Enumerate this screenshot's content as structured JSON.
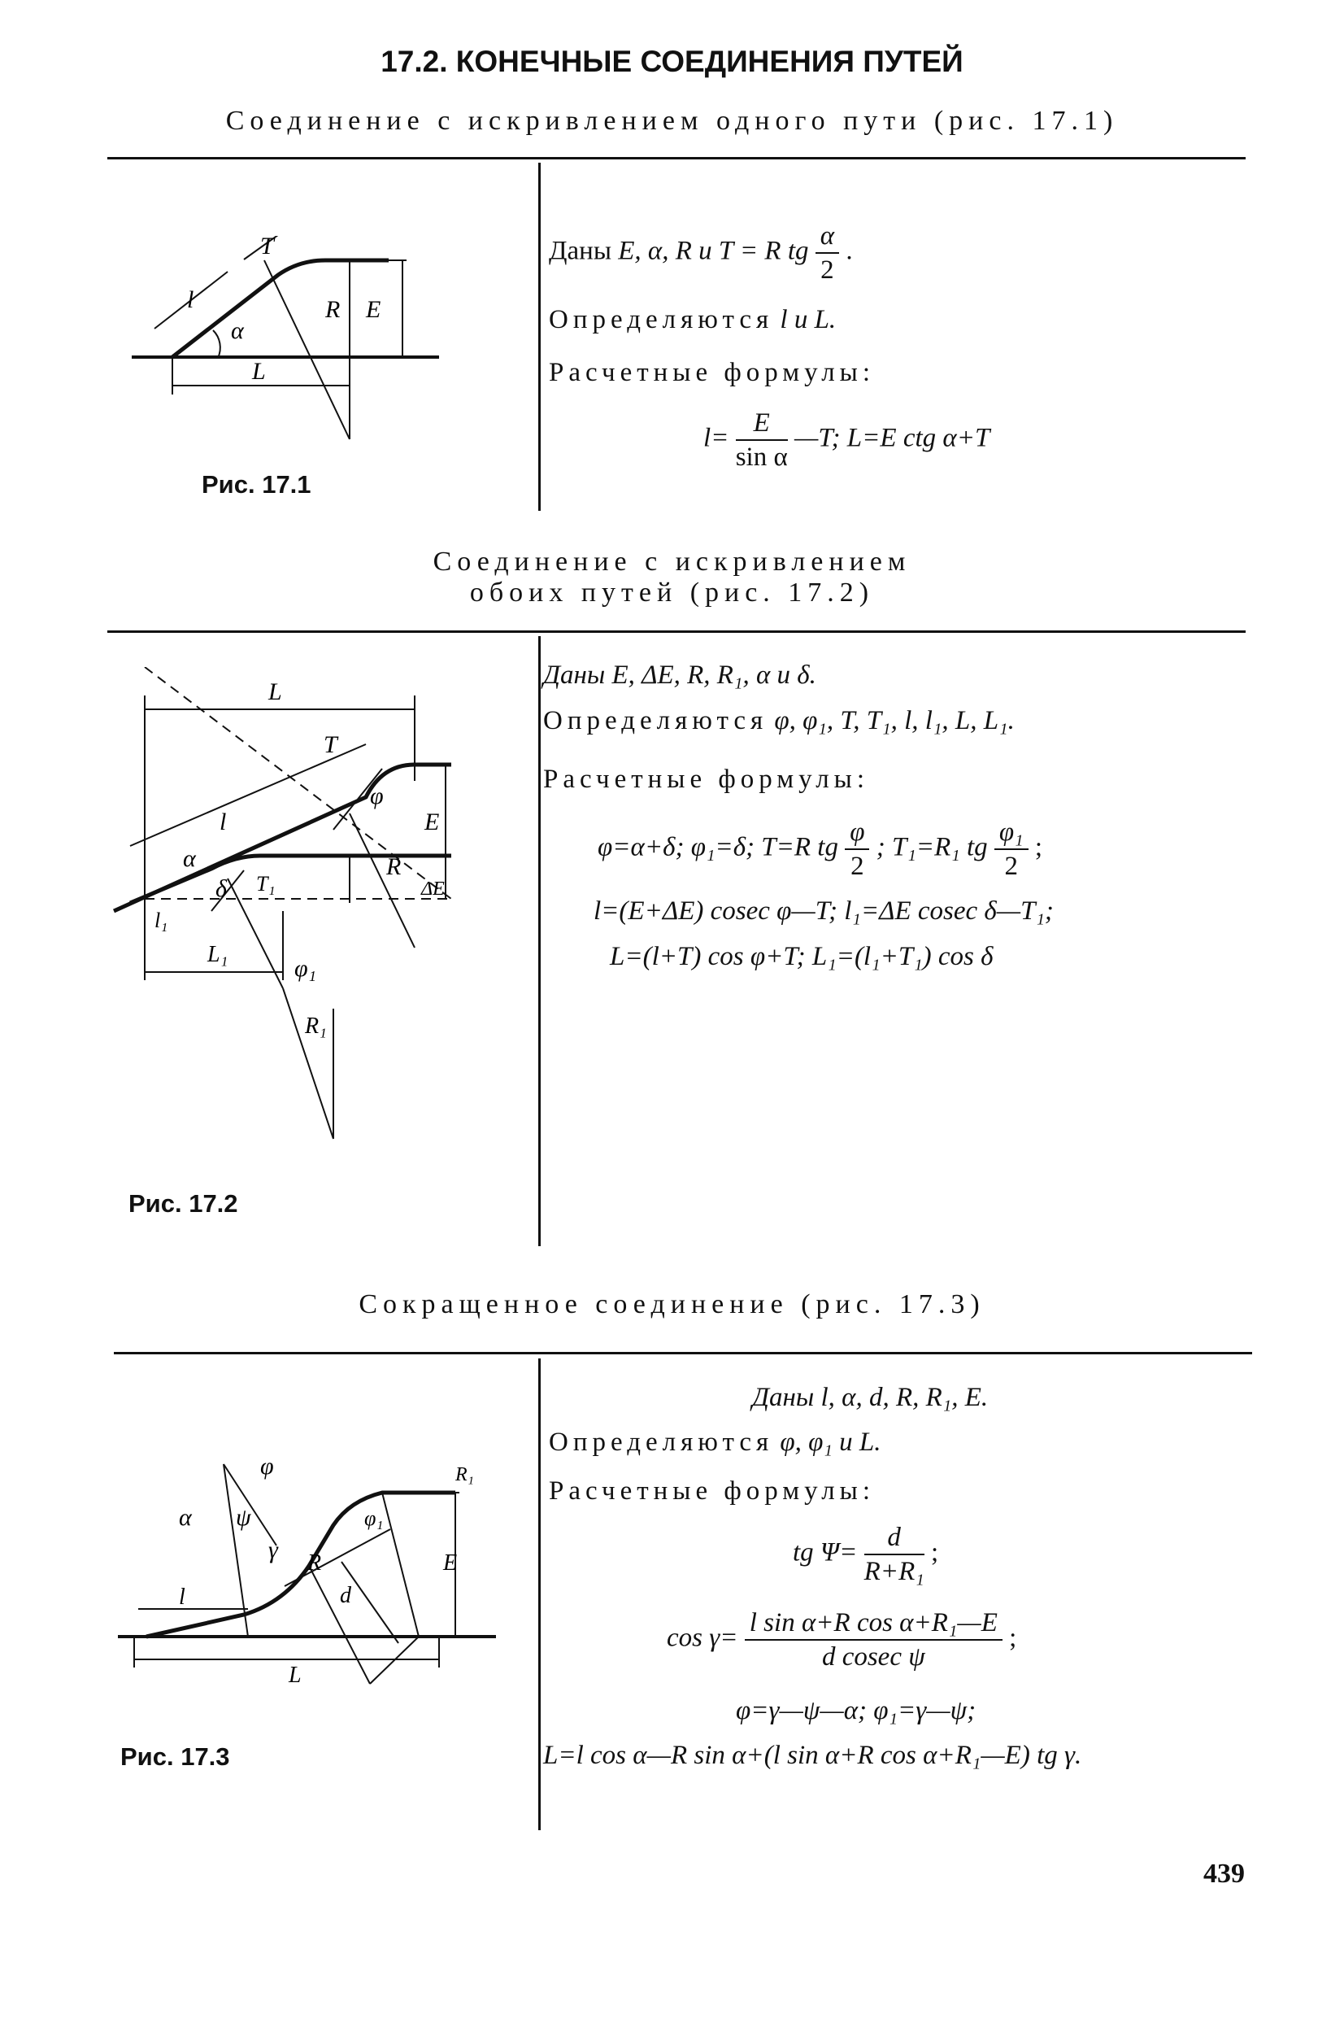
{
  "section_title": "17.2. КОНЕЧНЫЕ СОЕДИНЕНИЯ ПУТЕЙ",
  "s1": {
    "title": "Соединение с искривлением одного пути (рис. 17.1)",
    "given_prefix": "Даны",
    "given_vars": "E, α, R и T = R tg",
    "given_frac_num": "α",
    "given_frac_den": "2",
    "given_end": ".",
    "determined": "Определяются",
    "determined_vars": "l и L.",
    "formulas_label": "Расчетные формулы:",
    "f_l_left": "l=",
    "f_num": "E",
    "f_den": "sin α",
    "f_rest": "—T; L=E ctg α+T",
    "caption": "Рис. 17.1",
    "labels": {
      "T": "T",
      "l": "l",
      "alpha": "α",
      "R": "R",
      "E": "E",
      "L": "L"
    }
  },
  "s2": {
    "title_line1": "Соединение с искривлением",
    "title_line2": "обоих путей (рис. 17.2)",
    "given": "Даны E, ΔE, R, R₁, α и δ.",
    "determined": "Определяются",
    "determined_vars": "φ, φ₁, T, T₁, l, l₁, L, L₁.",
    "formulas_label": "Расчетные формулы:",
    "f1_a": "φ=α+δ; φ₁=δ; T=R tg",
    "f1_n1": "φ",
    "f1_d1": "2",
    "f1_b": "; T₁=R₁ tg",
    "f1_n2": "φ₁",
    "f1_d2": "2",
    "f1_c": ";",
    "f2": "l=(E+ΔE) cosec φ—T; l₁=ΔE cosec δ—T₁;",
    "f3": "L=(l+T) cos φ+T; L₁=(l₁+T₁) cos δ",
    "caption": "Рис. 17.2",
    "labels": {
      "L": "L",
      "T": "T",
      "l": "l",
      "phi": "φ",
      "E": "E",
      "alpha": "α",
      "delta": "δ",
      "T1": "T₁",
      "R": "R",
      "dE": "ΔE",
      "l1": "l₁",
      "L1": "L₁",
      "phi1": "φ₁",
      "R1": "R₁"
    }
  },
  "s3": {
    "title": "Сокращенное соединение (рис. 17.3)",
    "given": "Даны l, α, d, R, R₁, E.",
    "determined": "Определяются",
    "determined_vars": "φ, φ₁ и L.",
    "formulas_label": "Расчетные формулы:",
    "f1_left": "tg Ψ=",
    "f1_num": "d",
    "f1_den": "R+R₁",
    "f1_end": ";",
    "f2_left": "cos γ=",
    "f2_num": "l sin α+R cos α+R₁—E",
    "f2_den": "d cosec ψ",
    "f2_end": ";",
    "f3": "φ=γ—ψ—α; φ₁=γ—ψ;",
    "f4": "L=l cos α—R sin α+(l sin α+R cos α+R₁—E) tg γ.",
    "caption": "Рис. 17.3",
    "labels": {
      "phi": "φ",
      "alpha": "α",
      "psi": "ψ",
      "gamma": "γ",
      "R": "R",
      "d": "d",
      "phi1": "φ₁",
      "R1": "R₁",
      "E": "E",
      "l": "l",
      "L": "L"
    }
  },
  "page_number": "439"
}
